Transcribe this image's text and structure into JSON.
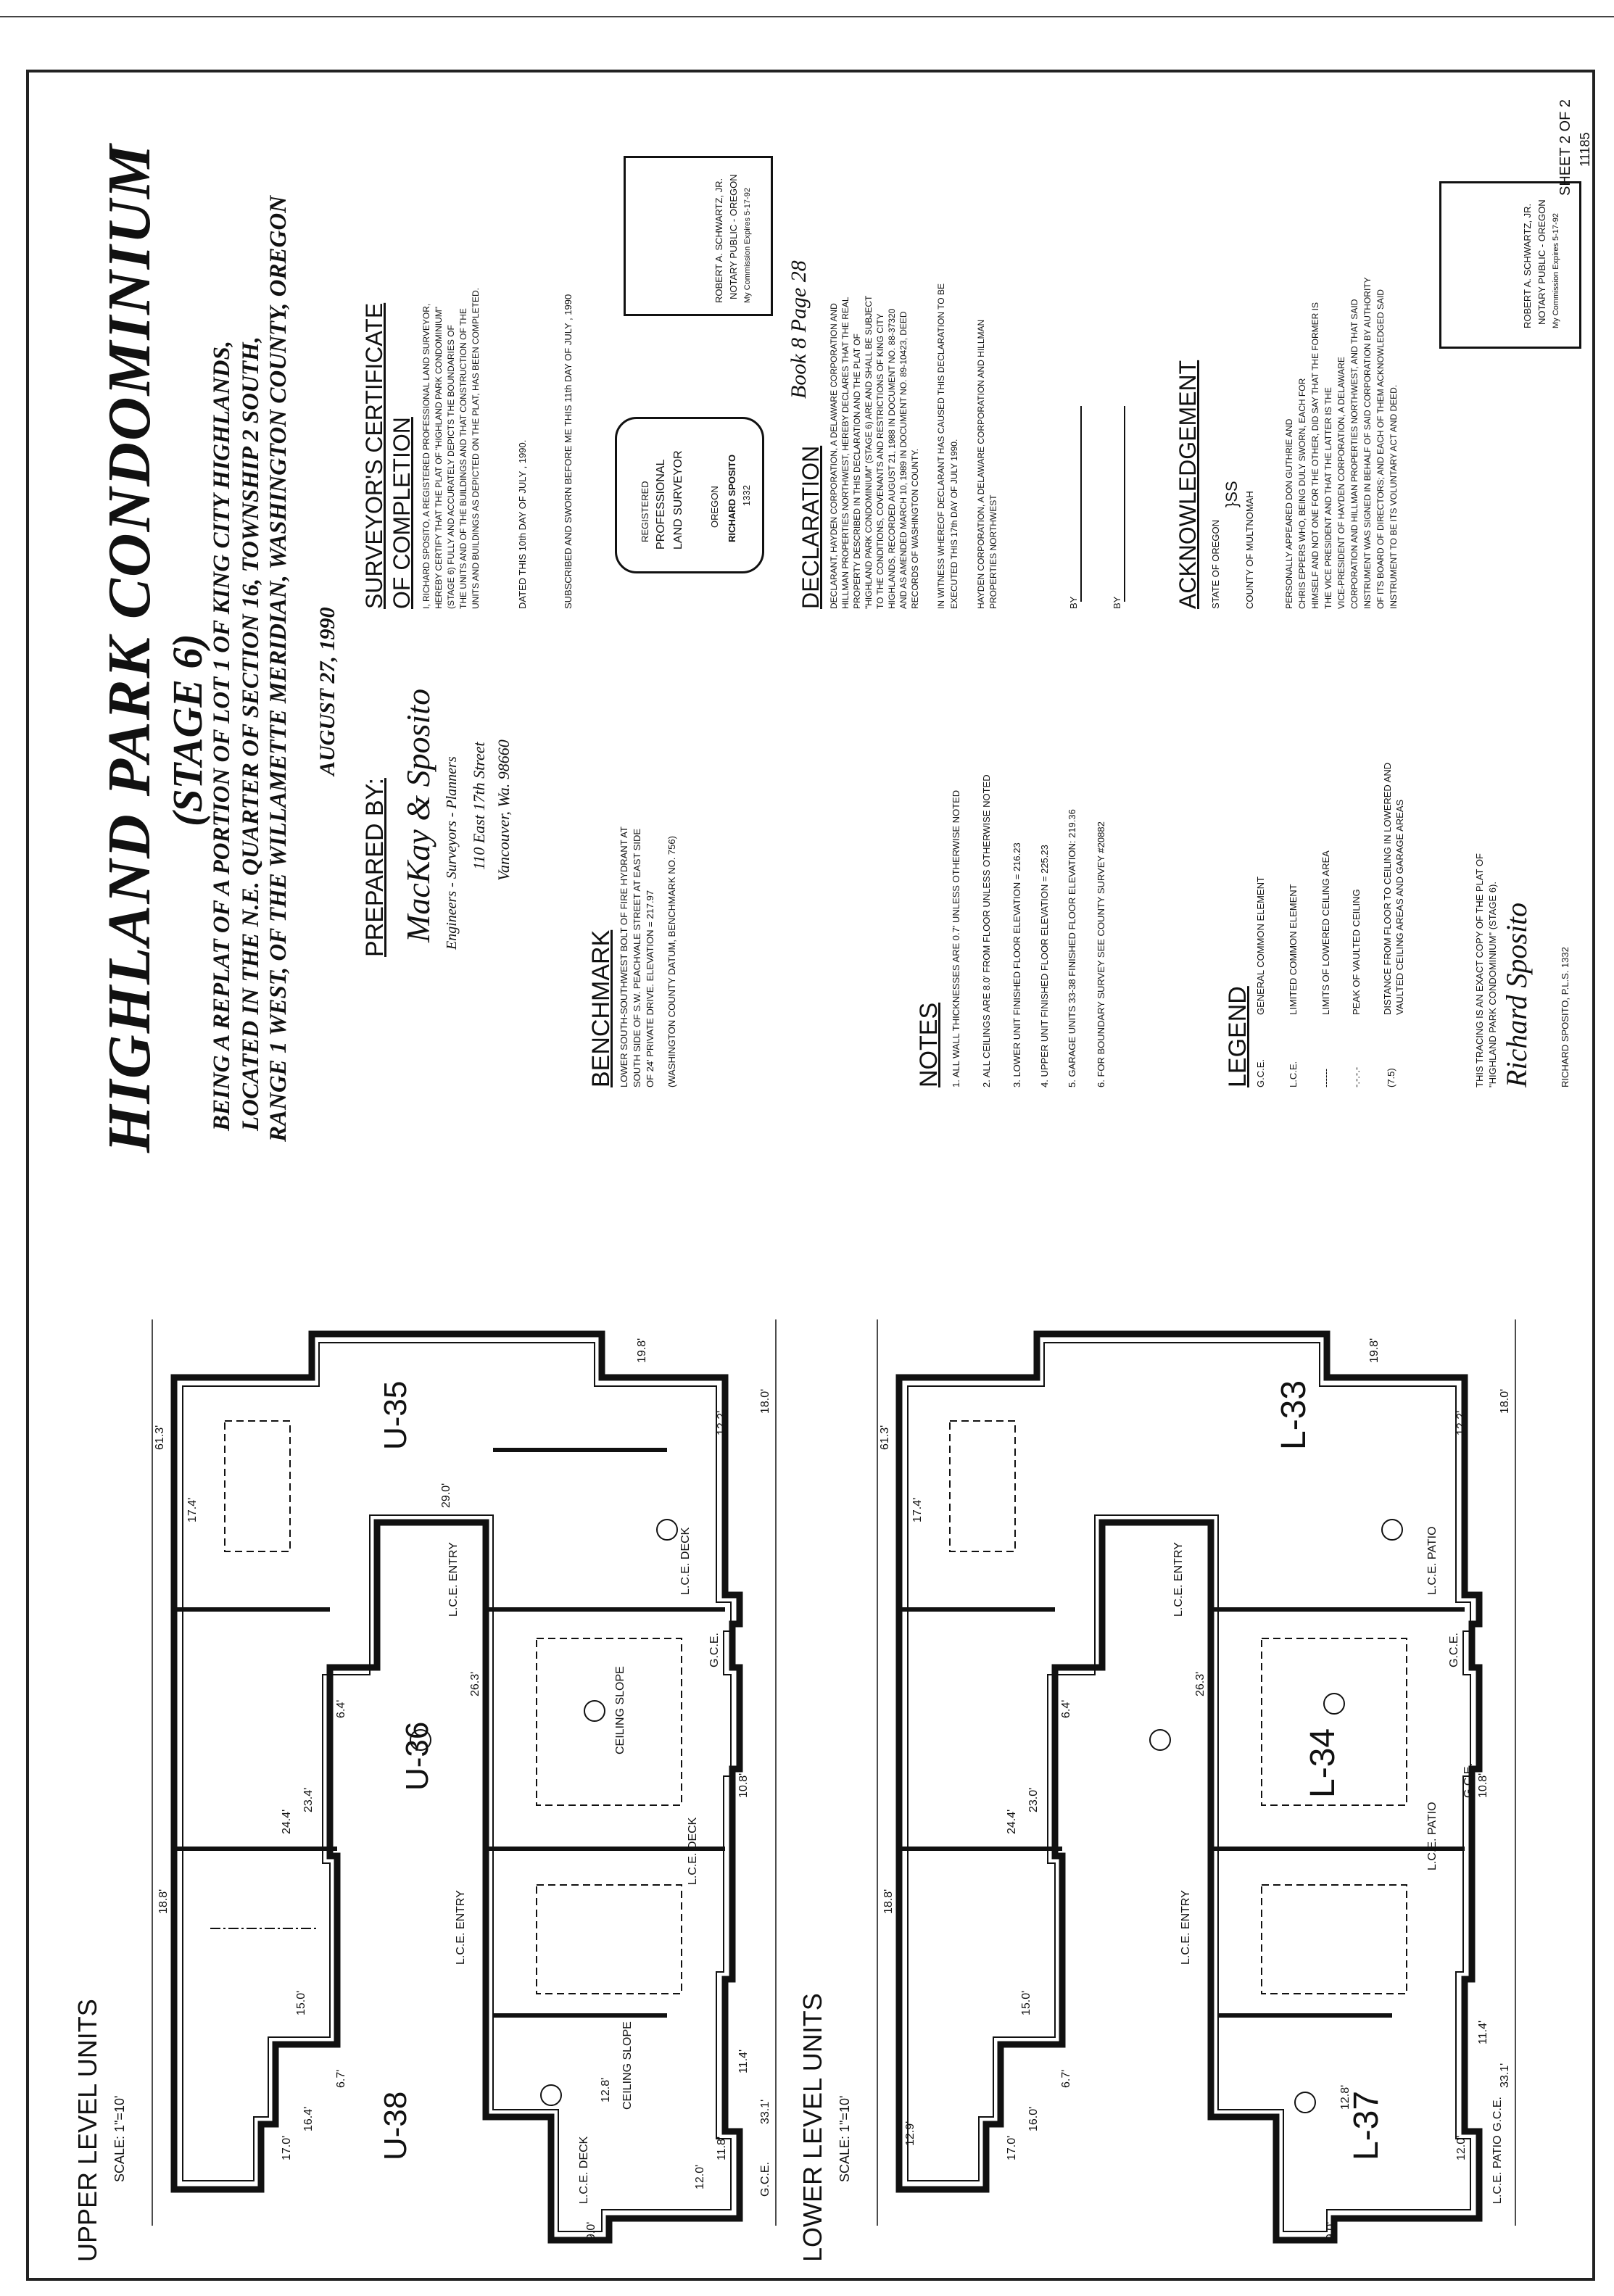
{
  "header": {
    "book_ref": "Book 8 Page 28",
    "title": "HIGHLAND PARK CONDOMINIUM",
    "stage": "(STAGE 6)",
    "subtitle_1": "BEING A REPLAT OF A PORTION OF LOT 1 OF KING CITY HIGHLANDS,",
    "subtitle_2": "LOCATED IN THE N.E. QUARTER OF SECTION 16, TOWNSHIP 2 SOUTH,",
    "subtitle_3": "RANGE 1 WEST, OF THE WILLAMETTE MERIDIAN, WASHINGTON COUNTY, OREGON",
    "date": "AUGUST 27, 1990"
  },
  "prepared_by": {
    "heading": "PREPARED BY:",
    "firm": "MacKay & Sposito",
    "firm_line": "Engineers - Surveyors - Planners",
    "address_1": "110 East 17th Street",
    "address_2": "Vancouver, Wa. 98660"
  },
  "benchmark": {
    "heading": "BENCHMARK",
    "line_1": "LOWER SOUTH-SOUTHWEST BOLT OF FIRE HYDRANT AT",
    "line_2": "SOUTH SIDE OF S.W. PEACHVALE STREET AT EAST SIDE",
    "line_3": "OF 24' PRIVATE DRIVE.   ELEVATION = 217.97",
    "line_4": "(WASHINGTON COUNTY DATUM, BENCHMARK NO. 756)"
  },
  "notes": {
    "heading": "NOTES",
    "items": [
      "1.  ALL WALL THICKNESSES ARE 0.7' UNLESS OTHERWISE NOTED",
      "2.  ALL CEILINGS ARE 8.0' FROM FLOOR UNLESS OTHERWISE NOTED",
      "3.  LOWER UNIT FINISHED FLOOR ELEVATION = 216.23",
      "4.  UPPER UNIT FINISHED FLOOR ELEVATION = 225.23",
      "5.  GARAGE UNITS 33-38 FINISHED FLOOR ELEVATION: 219.36",
      "6.  FOR BOUNDARY SURVEY SEE COUNTY SURVEY #20882"
    ]
  },
  "legend": {
    "heading": "LEGEND",
    "items": [
      {
        "sym": "G.C.E.",
        "text": "GENERAL COMMON ELEMENT"
      },
      {
        "sym": "L.C.E.",
        "text": "LIMITED COMMON ELEMENT"
      },
      {
        "sym": "------",
        "text": "LIMITS OF LOWERED CEILING AREA"
      },
      {
        "sym": "-.-.-.-",
        "text": "PEAK OF VAULTED CEILING"
      },
      {
        "sym": "(7.5)",
        "text": "DISTANCE FROM FLOOR TO CEILING IN LOWERED AND VAULTED CEILING AREAS AND GARAGE AREAS"
      }
    ]
  },
  "tracing": {
    "line_1": "THIS TRACING IS AN EXACT COPY OF THE PLAT OF",
    "line_2": "\"HIGHLAND PARK CONDOMINIUM\" (STAGE 6).",
    "signature": "Richard Sposito",
    "signer": "RICHARD SPOSITO, P.L.S. 1332"
  },
  "surveyor_certificate": {
    "heading_1": "SURVEYOR'S CERTIFICATE",
    "heading_2": "OF COMPLETION",
    "body": [
      "I, RICHARD SPOSITO, A REGISTERED PROFESSIONAL LAND SURVEYOR,",
      "HEREBY CERTIFY THAT THE PLAT OF \"HIGHLAND PARK CONDOMINIUM\"",
      "(STAGE 6) FULLY AND ACCURATELY DEPICTS THE BOUNDARIES OF",
      "THE UNITS AND OF THE BUILDINGS AND THAT CONSTRUCTION OF THE",
      "UNITS AND BUILDINGS AS DEPICTED ON THE PLAT, HAS BEEN COMPLETED."
    ],
    "dated": "DATED THIS  10th  DAY OF  JULY , 1990.",
    "sworn": "SUBSCRIBED AND SWORN BEFORE ME THIS  11th  DAY OF  JULY ,  1990",
    "stamp": [
      "REGISTERED",
      "PROFESSIONAL",
      "LAND SURVEYOR",
      "OREGON",
      "RICHARD SPOSITO",
      "1332"
    ],
    "notary": [
      "ROBERT A. SCHWARTZ, JR.",
      "NOTARY PUBLIC - OREGON",
      "My Commission Expires 5-17-92"
    ]
  },
  "declaration": {
    "heading": "DECLARATION",
    "body": [
      "DECLARANT, HAYDEN CORPORATION, A DELAWARE CORPORATION AND",
      "HILLMAN PROPERTIES NORTHWEST, HEREBY DECLARES THAT THE REAL",
      "PROPERTY DESCRIBED IN THIS DECLARATION AND THE PLAT OF",
      "\"HIGHLAND PARK CONDOMINIUM\" (STAGE 6) ARE AND SHALL BE SUBJECT",
      "TO THE CONDITIONS, COVENANTS AND RESTRICTIONS OF KING CITY",
      "HIGHLANDS, RECORDED AUGUST 21, 1988 IN DOCUMENT NO. 88-37320",
      "AND AS AMENDED MARCH 10, 1989 IN DOCUMENT NO. 89-10423, DEED",
      "RECORDS OF WASHINGTON COUNTY."
    ],
    "witness_1": "IN WITNESS WHEREOF DECLARANT HAS CAUSED THIS DECLARATION TO BE",
    "witness_2": "EXECUTED THIS 17th DAY OF  JULY   1990.",
    "parties_1": "HAYDEN CORPORATION, A DELAWARE CORPORATION AND HILLMAN",
    "parties_2": "PROPERTIES NORTHWEST",
    "by": "BY"
  },
  "acknowledgement": {
    "heading": "ACKNOWLEDGEMENT",
    "state": "STATE OF OREGON",
    "county": "COUNTY OF MULTNOMAH",
    "ss": "}SS",
    "body": [
      "PERSONALLY APPEARED   DON GUTHRIE   AND",
      "CHRIS EPPERS         WHO, BEING DULY SWORN, EACH FOR",
      "HIMSELF AND NOT ONE FOR THE OTHER, DID SAY THAT THE FORMER IS",
      "THE  VICE PRESIDENT  AND THAT THE LATTER IS THE",
      "VICE-PRESIDENT  OF HAYDEN CORPORATION, A DELAWARE",
      "CORPORATION AND HILLMAN PROPERTIES NORTHWEST, AND THAT SAID",
      "INSTRUMENT WAS SIGNED IN BEHALF OF SAID CORPORATION BY AUTHORITY",
      "OF ITS BOARD OF DIRECTORS; AND EACH OF THEM ACKNOWLEDGED SAID",
      "INSTRUMENT TO BE ITS VOLUNTARY ACT AND DEED."
    ],
    "notary": [
      "ROBERT A. SCHWARTZ, JR.",
      "NOTARY PUBLIC - OREGON",
      "My Commission Expires 5-17-92"
    ]
  },
  "sheet": {
    "label": "SHEET 2 OF 2",
    "number": "11185"
  },
  "upper_plan": {
    "title": "UPPER LEVEL UNITS",
    "scale": "SCALE: 1\"=10'",
    "units": [
      "U-38",
      "U-36",
      "U-35"
    ],
    "labels": [
      "L.C.E. ENTRY",
      "L.C.E. ENTRY",
      "L.C.E. DECK",
      "L.C.E. DECK",
      "L.C.E. DECK",
      "G.C.E.",
      "G.C.E.",
      "CEILING SLOPE",
      "CEILING SLOPE"
    ],
    "dims": [
      "61.3'",
      "33.1'",
      "12.8'",
      "18.8'",
      "17.4'",
      "24.4'",
      "23.4'",
      "17.0'",
      "16.4'",
      "15.0'",
      "12.2'",
      "18.0'",
      "10.8'",
      "11.4'",
      "11.8'",
      "12.0'",
      "9.0'",
      "29.0'",
      "26.3'",
      "19.8'",
      "6.7'",
      "6.4'"
    ]
  },
  "lower_plan": {
    "title": "LOWER LEVEL UNITS",
    "scale": "SCALE: 1\"=10'",
    "units": [
      "L-37",
      "L-34",
      "L-33"
    ],
    "labels": [
      "L.C.E. ENTRY",
      "L.C.E. ENTRY",
      "L.C.E. PATIO",
      "L.C.E. PATIO",
      "L.C.E. PATIO",
      "G.C.E.",
      "G.C.E.",
      "G.C.E."
    ],
    "dims": [
      "61.3'",
      "33.1'",
      "12.8'",
      "18.8'",
      "17.4'",
      "24.4'",
      "23.0'",
      "17.0'",
      "16.0'",
      "15.0'",
      "12.2'",
      "18.0'",
      "10.8'",
      "11.4'",
      "12.0'",
      "12.9'",
      "9.0'",
      "26.3'",
      "19.8'",
      "6.7'",
      "6.4'"
    ]
  }
}
